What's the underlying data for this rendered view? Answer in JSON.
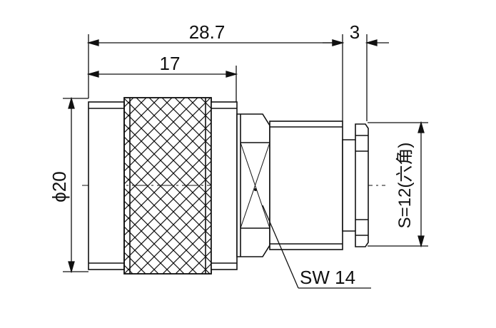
{
  "dimensions": {
    "overall_length": "28.7",
    "front_length": "3",
    "knurl_length": "17",
    "diameter": "ϕ20",
    "wrench_flat": "SW 14",
    "hex_size": "S=12(六角)"
  },
  "colors": {
    "line": "#111111",
    "background": "#ffffff"
  }
}
